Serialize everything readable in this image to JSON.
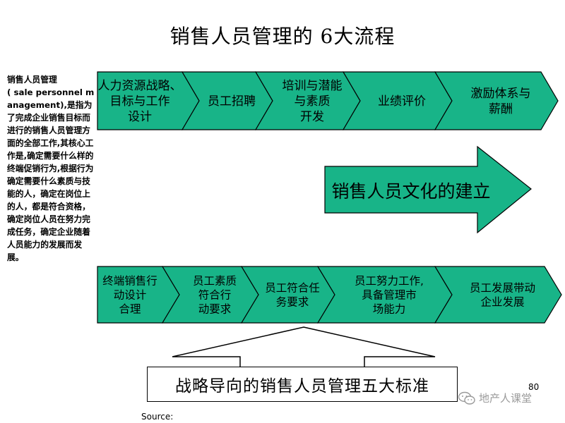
{
  "title": "销售人员管理的 6大流程",
  "sidebar": {
    "text": "销售人员管理\n( sale personnel management),是指为了完成企业销售目标而进行的销售人员管理方面的全部工作,其核心工作是,确定需要什么样的终端促销行为,根据行为确定需要什么素质与技能的人，确定在岗位上的人，都是符合资格，确定岗位人员在努力完成任务，确定企业随着人员能力的发展而发展。"
  },
  "top_row": [
    {
      "lines": [
        "人力资源战略、",
        "目标与工作",
        "设计"
      ]
    },
    {
      "lines": [
        "员工招聘"
      ]
    },
    {
      "lines": [
        "培训与潜能",
        "与素质",
        "开发"
      ]
    },
    {
      "lines": [
        "业绩评价"
      ]
    },
    {
      "lines": [
        "激励体系与",
        "薪酬"
      ]
    }
  ],
  "center_arrow": {
    "label": "销售人员文化的建立"
  },
  "bottom_row": [
    {
      "lines": [
        "终端销售行",
        "动设计",
        "合理"
      ]
    },
    {
      "lines": [
        "员工素质",
        "符合行",
        "动要求"
      ]
    },
    {
      "lines": [
        "员工符合任",
        "务要求"
      ]
    },
    {
      "lines": [
        "员工努力工作,",
        "具备管理市",
        "场能力"
      ]
    },
    {
      "lines": [
        "员工发展带动",
        "企业发展"
      ]
    }
  ],
  "standard_box": {
    "label": "战略导向的销售人员管理五大标准"
  },
  "page_number": "80",
  "source": "Source:",
  "watermark": {
    "text": "地产人课堂",
    "icon": "wechat-icon"
  },
  "colors": {
    "chevron_fill": "#18b488",
    "outline": "#000000",
    "watermark": "#9a9a9a"
  }
}
